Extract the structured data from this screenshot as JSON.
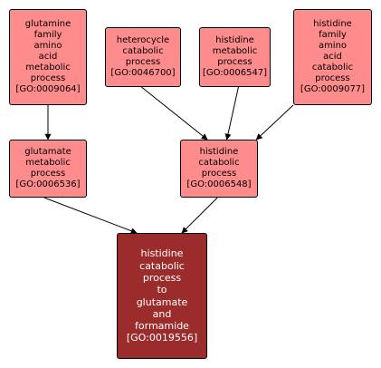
{
  "nodes": {
    "n9064": {
      "label": "glutamine\nfamily\namino\nacid\nmetabolic\nprocess\n[GO:0009064]"
    },
    "n46700": {
      "label": "heterocycle\ncatabolic\nprocess\n[GO:0046700]"
    },
    "n6547": {
      "label": "histidine\nmetabolic\nprocess\n[GO:0006547]"
    },
    "n9077": {
      "label": "histidine\nfamily\namino\nacid\ncatabolic\nprocess\n[GO:0009077]"
    },
    "n6536": {
      "label": "glutamate\nmetabolic\nprocess\n[GO:0006536]"
    },
    "n6548": {
      "label": "histidine\ncatabolic\nprocess\n[GO:0006548]"
    },
    "n19556": {
      "label": "histidine\ncatabolic\nprocess\nto\nglutamate\nand\nformamide\n[GO:0019556]"
    }
  },
  "edges": [
    {
      "from": "n9064",
      "to": "n6536"
    },
    {
      "from": "n46700",
      "to": "n6548"
    },
    {
      "from": "n6547",
      "to": "n6548"
    },
    {
      "from": "n9077",
      "to": "n6548"
    },
    {
      "from": "n6536",
      "to": "n19556"
    },
    {
      "from": "n6548",
      "to": "n19556"
    }
  ],
  "colors": {
    "node_fill": "#ff8c8c",
    "focus_fill": "#9c2c2c",
    "edge": "#000000"
  }
}
